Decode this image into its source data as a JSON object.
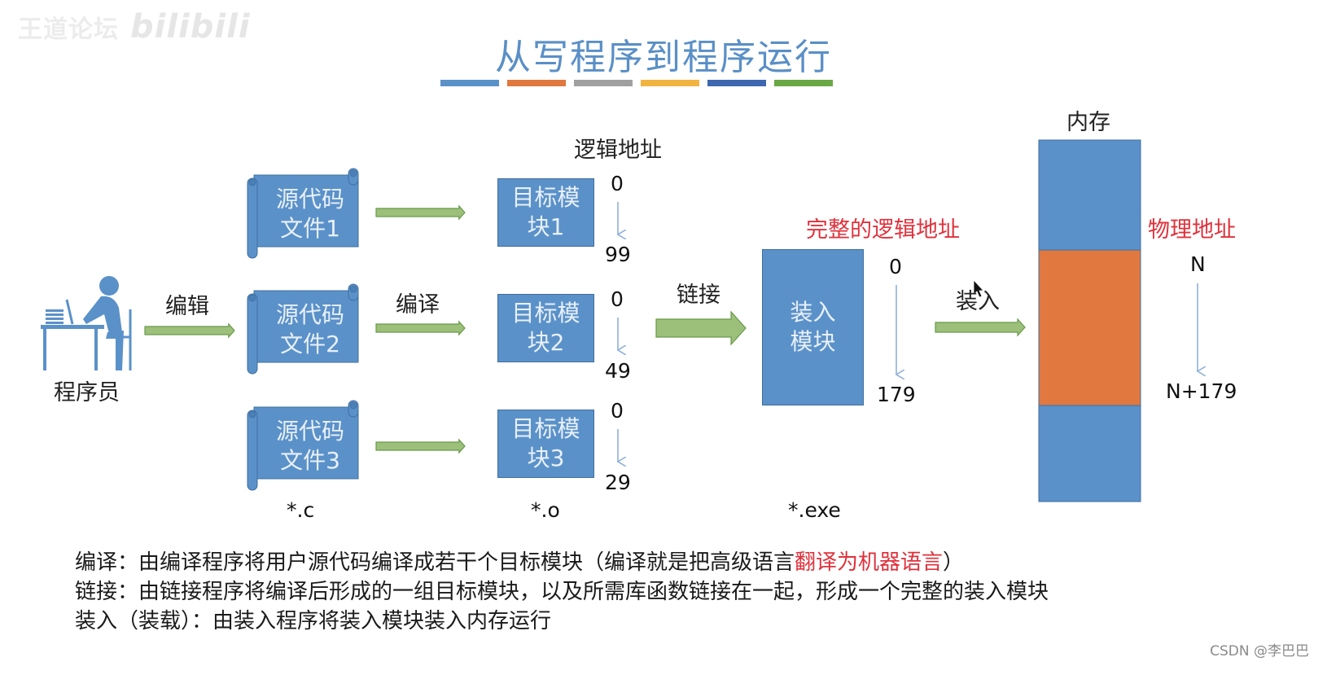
{
  "watermark": {
    "brand": "王道论坛",
    "platform": "bilibili"
  },
  "title": "从写程序到程序运行",
  "stripe_colors": [
    "#5b91c9",
    "#e07840",
    "#a0a0a0",
    "#f2b440",
    "#3e67b0",
    "#6aa846"
  ],
  "programmer": {
    "label": "程序员",
    "icon": "programmer-at-desk-icon"
  },
  "edit_label": "编辑",
  "compile_label": "编译",
  "link_label": "链接",
  "load_label": "装入",
  "source_files": [
    {
      "line1": "源代码",
      "line2": "文件1"
    },
    {
      "line1": "源代码",
      "line2": "文件2"
    },
    {
      "line1": "源代码",
      "line2": "文件3"
    }
  ],
  "source_ext": "*.c",
  "object_header": "逻辑地址",
  "object_modules": [
    {
      "line1": "目标模",
      "line2": "块1",
      "start": "0",
      "end": "99"
    },
    {
      "line1": "目标模",
      "line2": "块2",
      "start": "0",
      "end": "49"
    },
    {
      "line1": "目标模",
      "line2": "块3",
      "start": "0",
      "end": "29"
    }
  ],
  "object_ext": "*.o",
  "load_module": {
    "line1": "装入",
    "line2": "模块",
    "header": "完整的逻辑地址",
    "start": "0",
    "end": "179",
    "ext": "*.exe"
  },
  "memory": {
    "header": "内存",
    "physical_header": "物理地址",
    "start": "N",
    "end": "N+179",
    "colors": {
      "free": "#5b91c9",
      "used": "#e07840"
    }
  },
  "colors": {
    "box": "#5b91c9",
    "arrow_fill": "#9cc07a",
    "arrow_stroke": "#6a9a4c",
    "highlight": "#e0313b",
    "thin_arrow": "#8fb0d8"
  },
  "descriptions": [
    {
      "text": "编译：由编译程序将用户源代码编译成若干个目标模块（编译就是把高级语言",
      "highlight": "翻译为机器语言",
      "tail": "）"
    },
    {
      "text": "链接：由链接程序将编译后形成的一组目标模块，以及所需库函数链接在一起，形成一个完整的装入模块",
      "highlight": "",
      "tail": ""
    },
    {
      "text": "装入（装载）：由装入程序将装入模块装入内存运行",
      "highlight": "",
      "tail": ""
    }
  ],
  "credit": "CSDN @李巴巴"
}
